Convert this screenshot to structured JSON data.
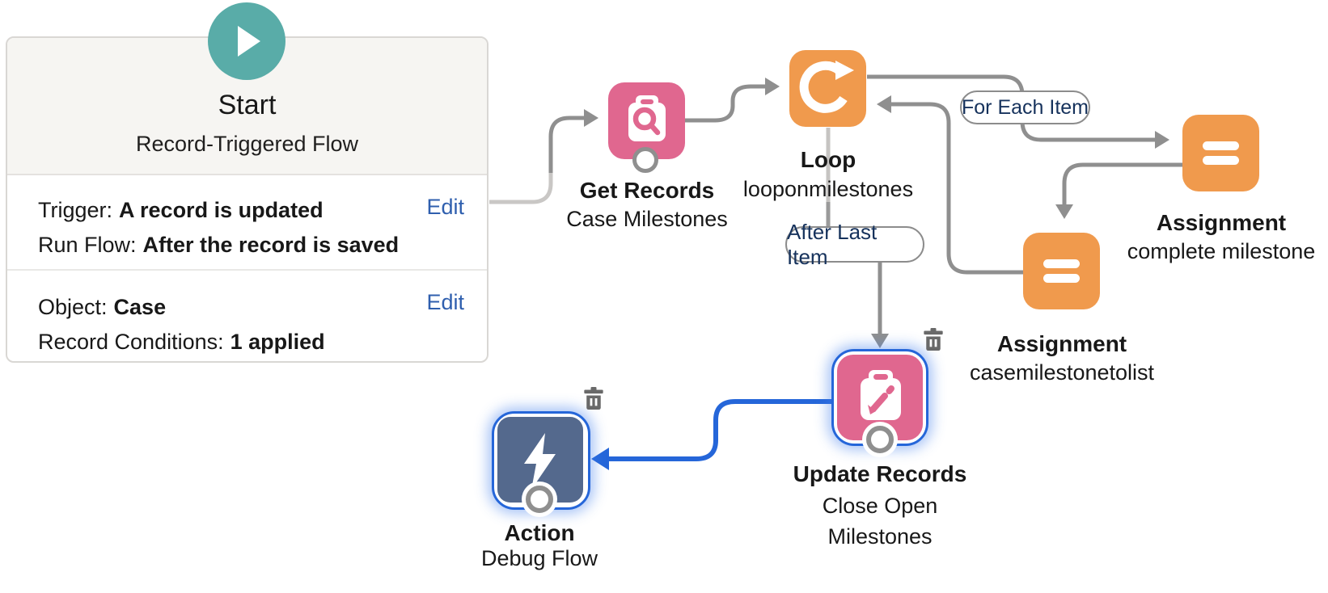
{
  "flow": {
    "start": {
      "title": "Start",
      "type_label": "Record-Triggered Flow",
      "edit_label": "Edit",
      "trigger_label": "Trigger:",
      "trigger_value": "A record is updated",
      "run_flow_label": "Run Flow:",
      "run_flow_value": "After the record is saved",
      "object_label": "Object:",
      "object_value": "Case",
      "conditions_label": "Record Conditions:",
      "conditions_value": "1 applied"
    },
    "nodes": {
      "get_records": {
        "title": "Get Records",
        "subtitle": "Case Milestones"
      },
      "loop": {
        "title": "Loop",
        "subtitle": "looponmilestones"
      },
      "assignment_complete": {
        "title": "Assignment",
        "subtitle": "complete milestone"
      },
      "assignment_tolist": {
        "title": "Assignment",
        "subtitle": "casemilestonetolist"
      },
      "update_records": {
        "title": "Update Records",
        "subtitle": "Close Open Milestones"
      },
      "action": {
        "title": "Action",
        "subtitle": "Debug Flow"
      }
    },
    "connector_labels": {
      "for_each": "For Each Item",
      "after_last": "After Last Item"
    }
  },
  "colors": {
    "start_teal": "#59ACA8",
    "data_pink": "#E0678F",
    "logic_orange": "#F09A4D",
    "action_slate": "#54698D",
    "selection_blue": "#2566D9",
    "connector_gray": "#8F8F8F",
    "connector_light_gray": "#C9C7C5",
    "link_blue": "#2F5FAE",
    "pill_text_navy": "#16325C"
  }
}
